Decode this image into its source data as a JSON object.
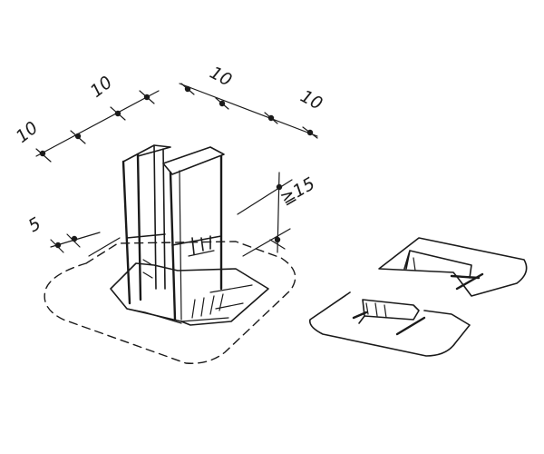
{
  "drawing": {
    "ink_color": "#1a1a1a",
    "paper_color": "#ffffff"
  },
  "dimensions": {
    "top_left_1": "10",
    "top_left_2": "10",
    "top_right_1": "10",
    "top_right_2": "10",
    "height_min": "≧15",
    "edge_offset": "5"
  }
}
